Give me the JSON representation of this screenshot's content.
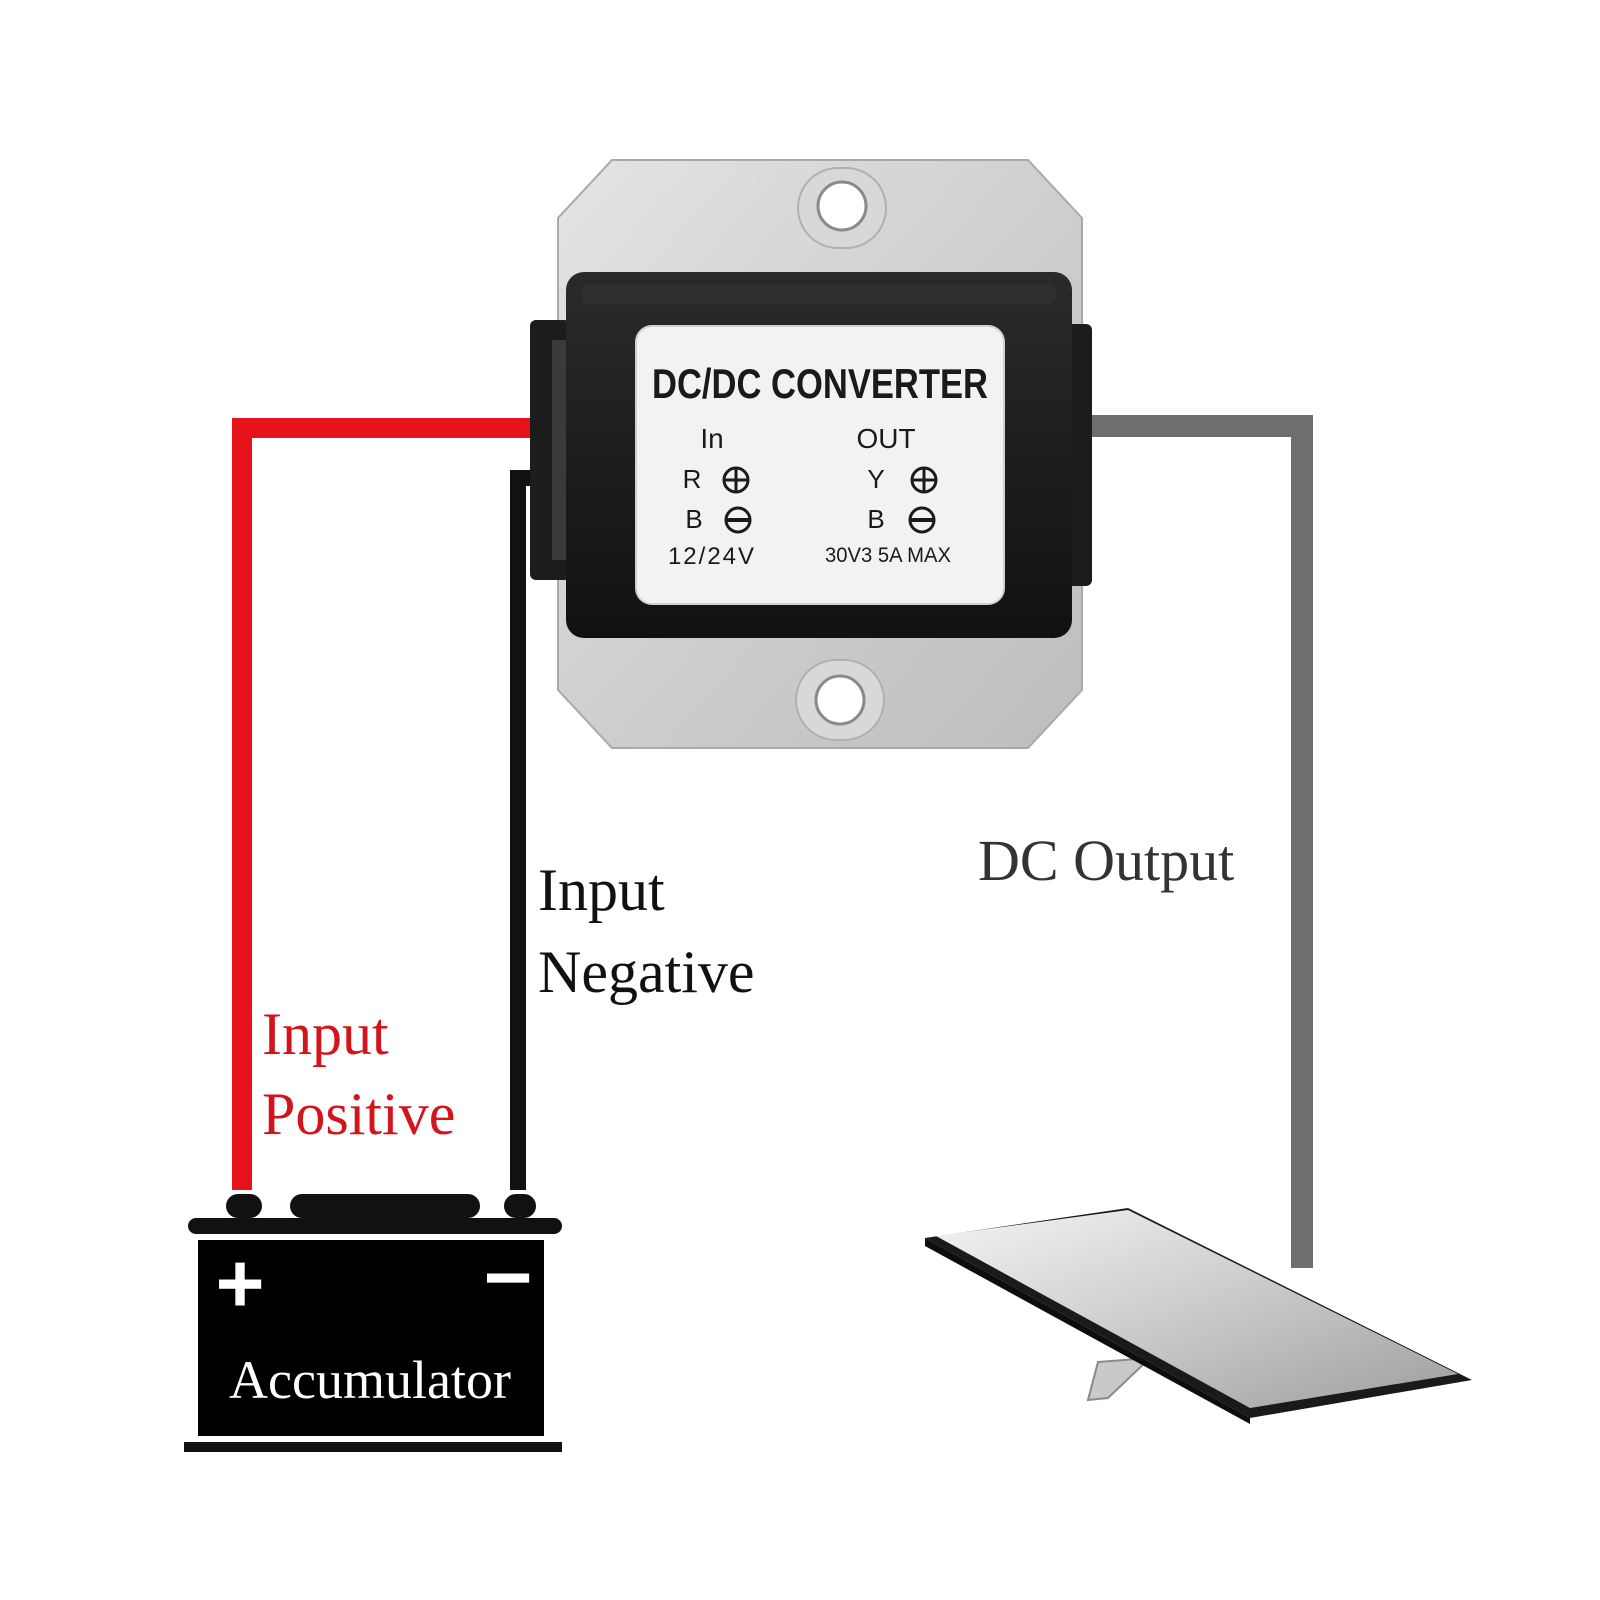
{
  "converter": {
    "label_title": "DC/DC CONVERTER",
    "in_header": "In",
    "out_header": "OUT",
    "in_pos_letter": "R",
    "in_neg_letter": "B",
    "out_pos_letter": "Y",
    "out_neg_letter": "B",
    "in_rating": "12/24V",
    "out_rating": "30V3 5A MAX"
  },
  "labels": {
    "input_positive_line1": "Input",
    "input_positive_line2": "Positive",
    "input_negative_line1": "Input",
    "input_negative_line2": "Negative",
    "dc_output": "DC Output"
  },
  "battery": {
    "plus_symbol": "+",
    "minus_symbol": "−",
    "name": "Accumulator"
  },
  "colors": {
    "positive_wire": "#e8121b",
    "negative_wire": "#111111",
    "output_wire": "#6e6e6e",
    "positive_text": "#d4141b",
    "negative_text": "#111111",
    "output_text": "#333333"
  }
}
